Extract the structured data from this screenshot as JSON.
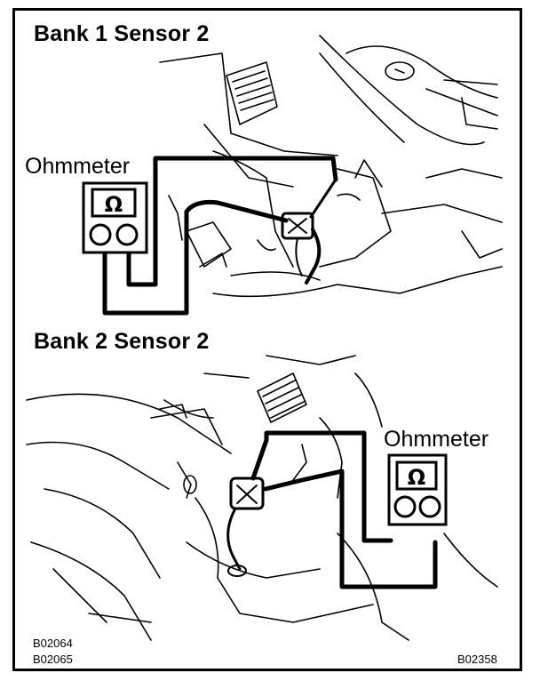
{
  "panel_top": {
    "title": "Bank 1 Sensor 2",
    "meter_label": "Ohmmeter",
    "meter_symbol": "Ω"
  },
  "panel_bottom": {
    "title": "Bank 2 Sensor 2",
    "meter_label": "Ohmmeter",
    "meter_symbol": "Ω"
  },
  "codes": {
    "left_1": "B02064",
    "left_2": "B02065",
    "right": "B02358"
  },
  "colors": {
    "ink": "#000000",
    "paper": "#ffffff"
  }
}
